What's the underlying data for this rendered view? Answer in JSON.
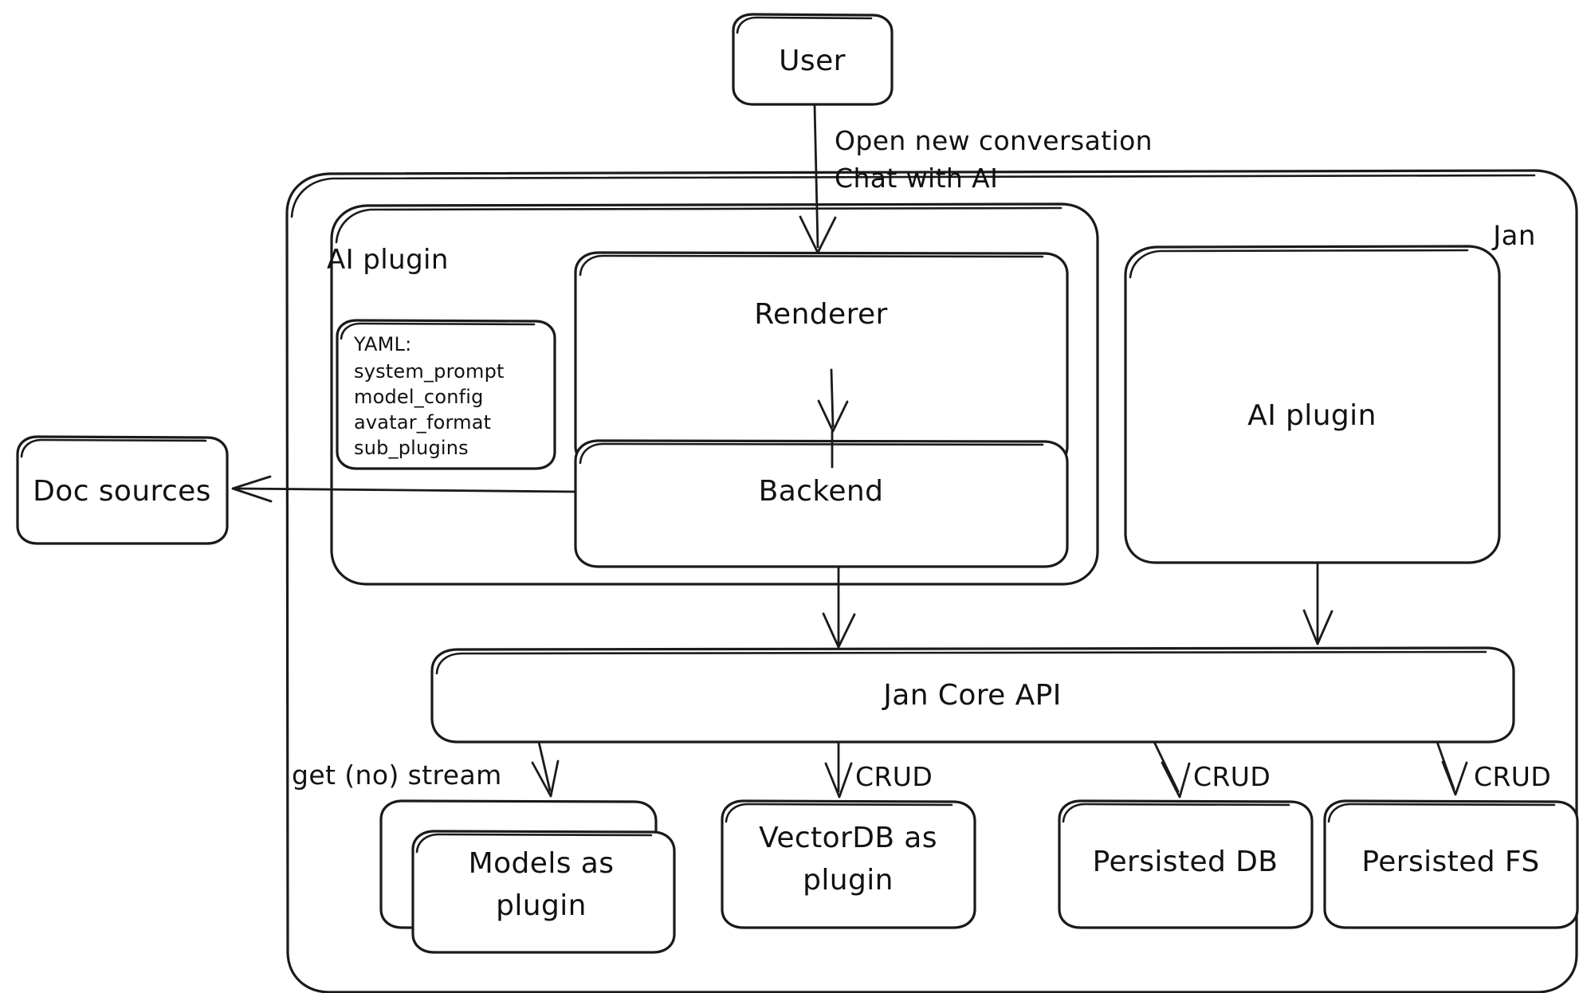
{
  "diagram": {
    "title": "Jan architecture overview",
    "type": "flowchart",
    "style": "hand-drawn",
    "stroke_color": "#1a1a1a",
    "background_color": "#ffffff"
  },
  "nodes": {
    "user": {
      "label": "User"
    },
    "doc_sources": {
      "label": "Doc sources"
    },
    "jan_container": {
      "label": "Jan"
    },
    "ai_plugin_group": {
      "label": "AI plugin"
    },
    "renderer": {
      "label": "Renderer"
    },
    "backend": {
      "label": "Backend"
    },
    "ai_plugin_box": {
      "label": "AI plugin"
    },
    "jan_core_api": {
      "label": "Jan Core API"
    },
    "models_plugin": {
      "label_line1": "Models as",
      "label_line2": "plugin"
    },
    "vectordb_plugin": {
      "label_line1": "VectorDB as",
      "label_line2": "plugin"
    },
    "persisted_db": {
      "label": "Persisted DB"
    },
    "persisted_fs": {
      "label": "Persisted FS"
    }
  },
  "yaml_card": {
    "header": "YAML:",
    "items": [
      "system_prompt",
      "model_config",
      "avatar_format",
      "sub_plugins"
    ]
  },
  "edges": {
    "user_to_renderer": {
      "label_line1": "Open new conversation",
      "label_line2": "Chat with AI"
    },
    "renderer_to_backend": {
      "label": ""
    },
    "backend_to_doc_sources": {
      "label": ""
    },
    "backend_to_core": {
      "label": ""
    },
    "ai_plugin_to_core": {
      "label": ""
    },
    "core_to_models": {
      "label": "get (no) stream"
    },
    "core_to_vectordb": {
      "label": "CRUD"
    },
    "core_to_persisted_db": {
      "label": "CRUD"
    },
    "core_to_persisted_fs": {
      "label": "CRUD"
    }
  }
}
